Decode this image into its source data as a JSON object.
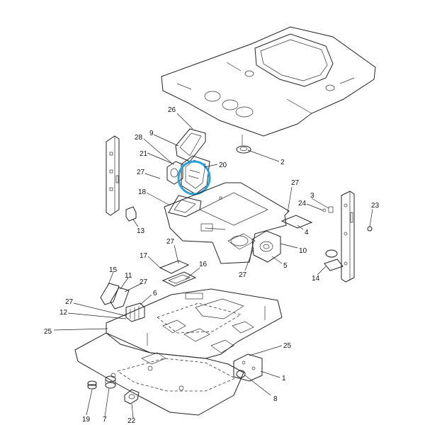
{
  "highlight_color": "#2aa3d8",
  "callouts": [
    {
      "id": "c26",
      "label": "26"
    },
    {
      "id": "c2",
      "label": "2"
    },
    {
      "id": "c9",
      "label": "9"
    },
    {
      "id": "c28",
      "label": "28"
    },
    {
      "id": "c21",
      "label": "21"
    },
    {
      "id": "c20",
      "label": "20"
    },
    {
      "id": "c27a",
      "label": "27"
    },
    {
      "id": "c18",
      "label": "18"
    },
    {
      "id": "c13",
      "label": "13"
    },
    {
      "id": "c27b",
      "label": "27"
    },
    {
      "id": "c3",
      "label": "3"
    },
    {
      "id": "c24",
      "label": "24"
    },
    {
      "id": "c23",
      "label": "23"
    },
    {
      "id": "c4",
      "label": "4"
    },
    {
      "id": "c10",
      "label": "10"
    },
    {
      "id": "c27c",
      "label": "27"
    },
    {
      "id": "c17",
      "label": "17"
    },
    {
      "id": "c16",
      "label": "16"
    },
    {
      "id": "c27d",
      "label": "27"
    },
    {
      "id": "c5",
      "label": "5"
    },
    {
      "id": "c14",
      "label": "14"
    },
    {
      "id": "c15",
      "label": "15"
    },
    {
      "id": "c11",
      "label": "11"
    },
    {
      "id": "c27e",
      "label": "27"
    },
    {
      "id": "c6",
      "label": "6"
    },
    {
      "id": "c27f",
      "label": "27"
    },
    {
      "id": "c12",
      "label": "12"
    },
    {
      "id": "c25a",
      "label": "25"
    },
    {
      "id": "c25b",
      "label": "25"
    },
    {
      "id": "c1",
      "label": "1"
    },
    {
      "id": "c8",
      "label": "8"
    },
    {
      "id": "c19",
      "label": "19"
    },
    {
      "id": "c7",
      "label": "7"
    },
    {
      "id": "c22",
      "label": "22"
    }
  ]
}
